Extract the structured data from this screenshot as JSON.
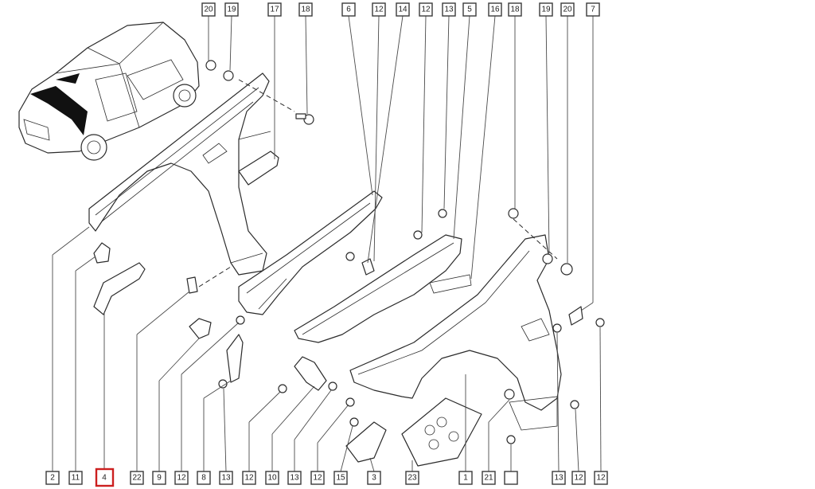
{
  "diagram": {
    "selected_label": "4",
    "top_labels": [
      "20",
      "19",
      "17",
      "18",
      "6",
      "12",
      "14",
      "12",
      "13",
      "5",
      "16",
      "18",
      "19",
      "20",
      "7"
    ],
    "bottom_labels": [
      "2",
      "11",
      "4",
      "22",
      "9",
      "12",
      "8",
      "13",
      "12",
      "10",
      "13",
      "12",
      "15",
      "3",
      "23",
      "1",
      "21",
      "13",
      "12",
      "12"
    ]
  }
}
